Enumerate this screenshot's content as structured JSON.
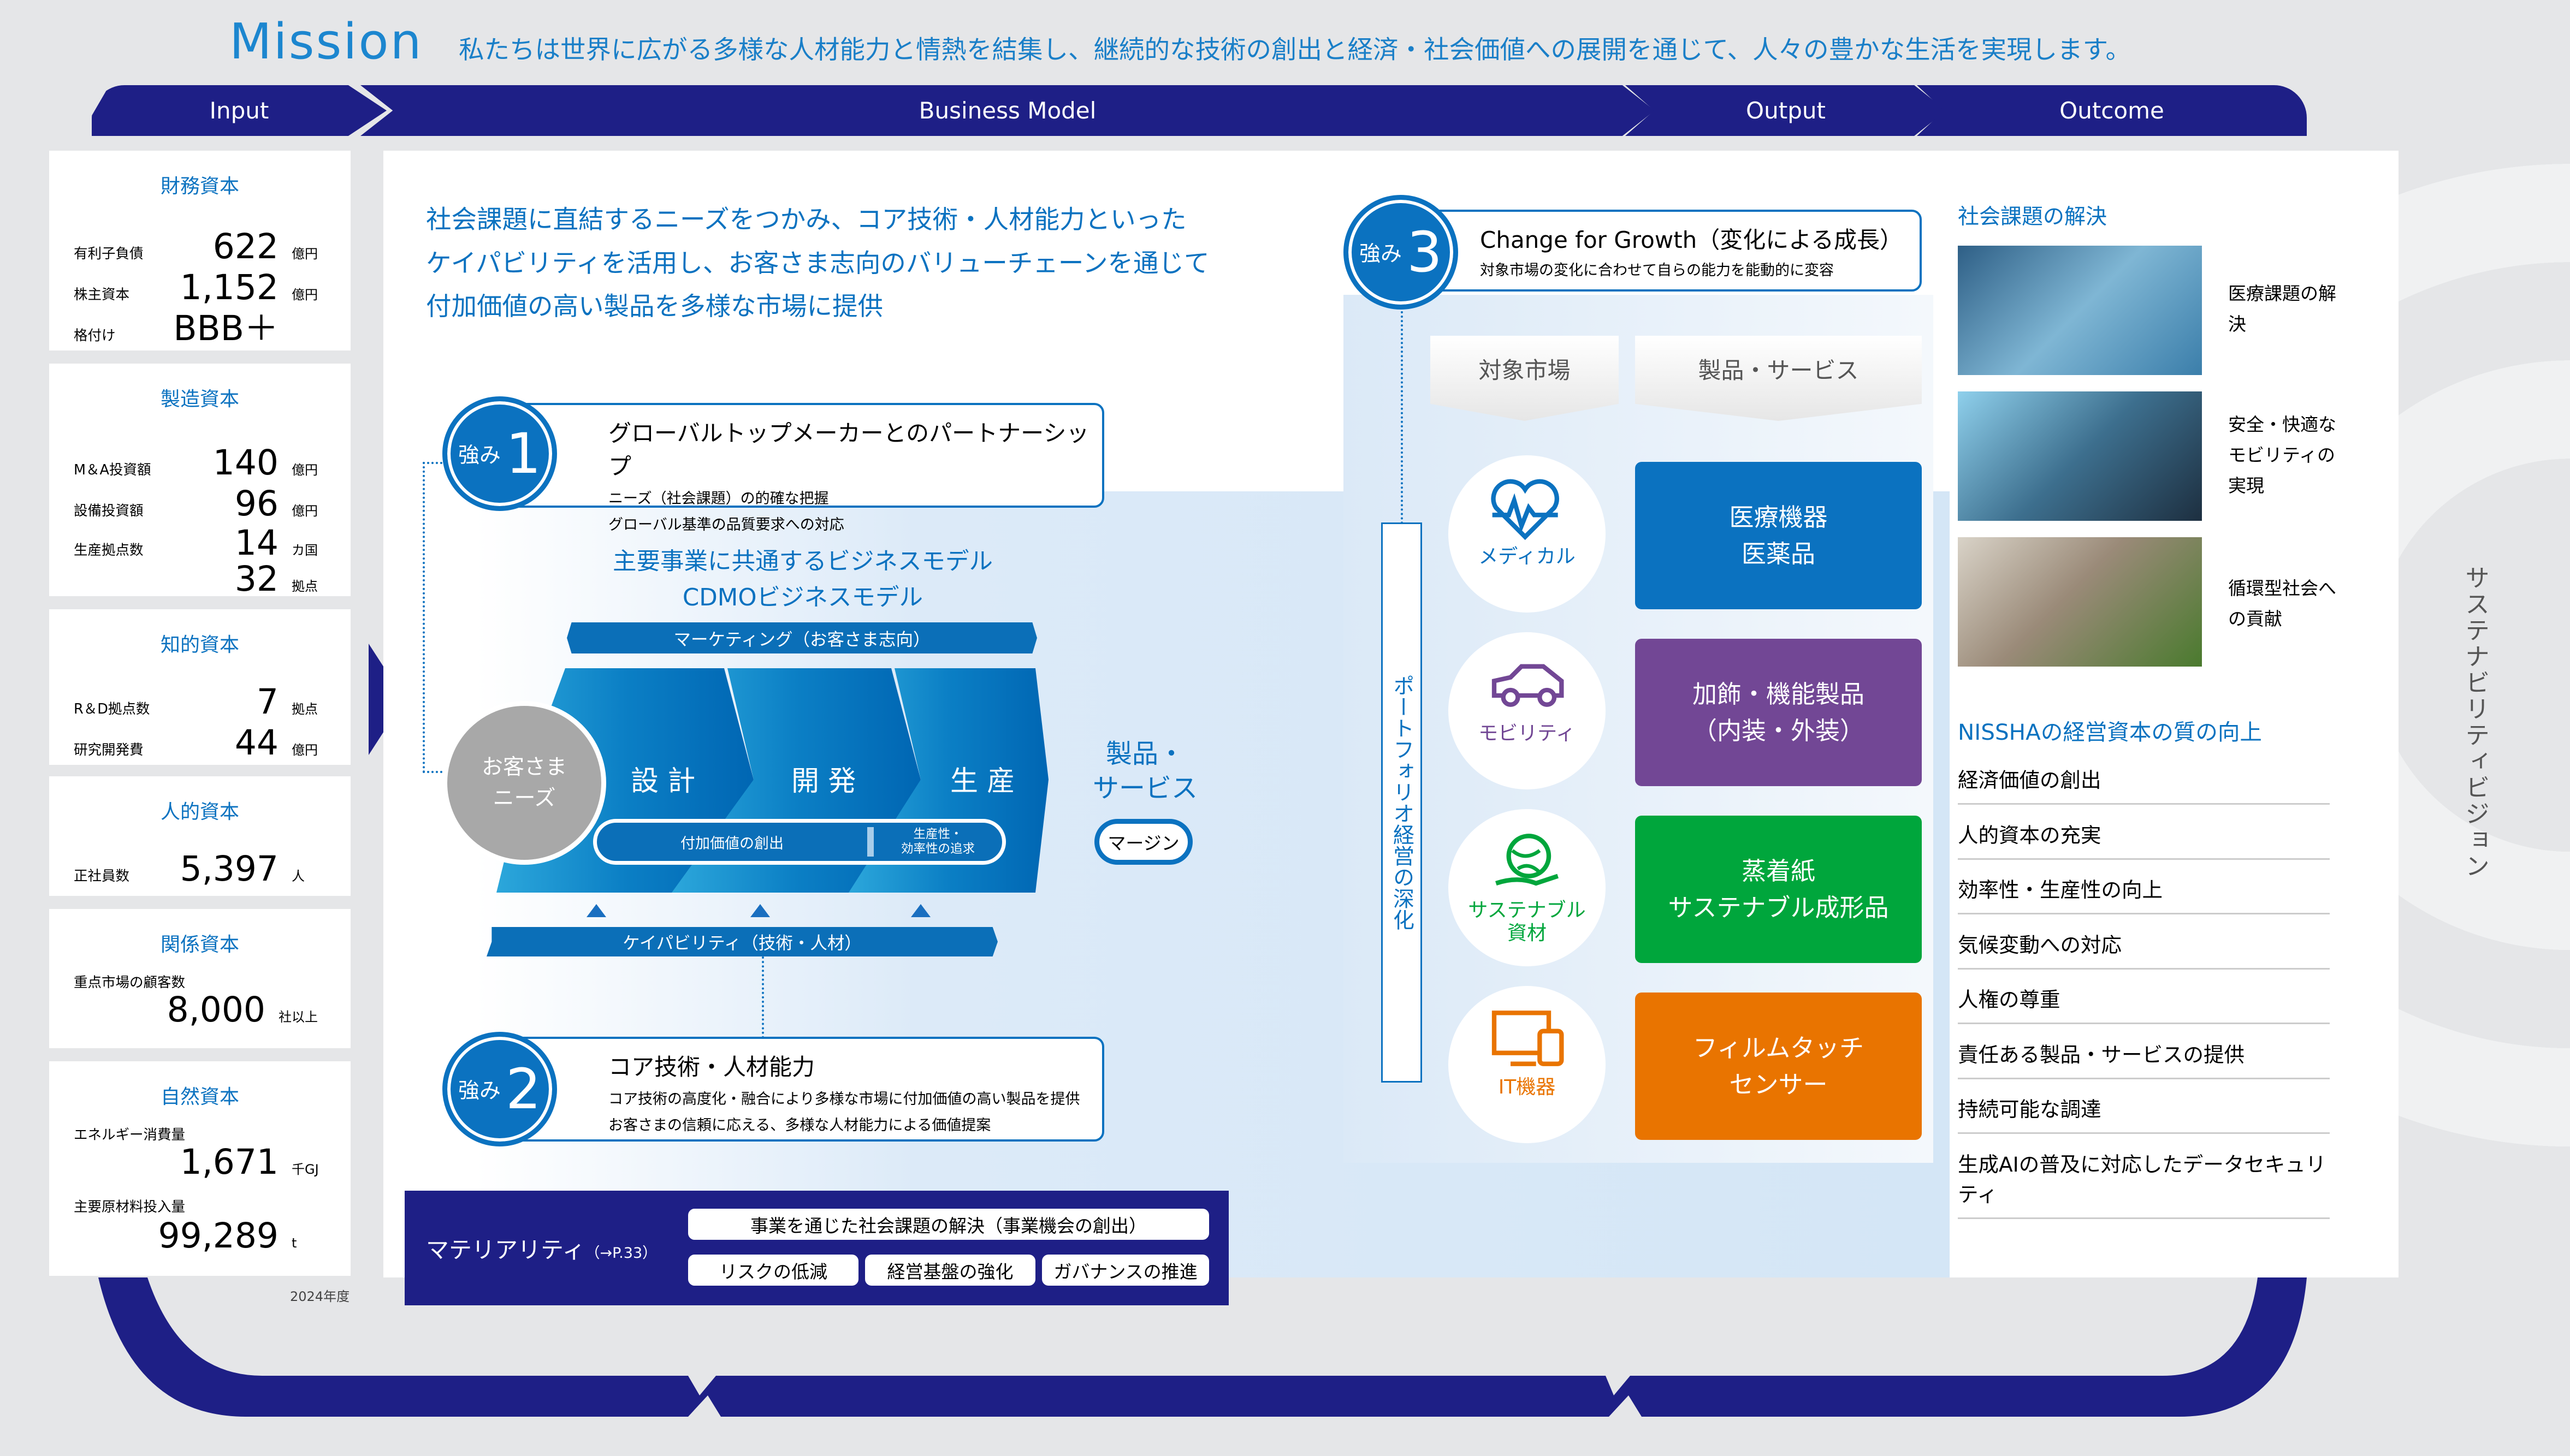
{
  "mission": {
    "title": "Mission",
    "statement": "私たちは世界に広がる多様な人材能力と情熱を結集し、継続的な技術の創出と経済・社会価値への展開を通じて、人々の豊かな生活を実現します。"
  },
  "stages": [
    "Input",
    "Business Model",
    "Output",
    "Outcome"
  ],
  "inputs": [
    {
      "title": "財務資本",
      "rows": [
        {
          "label": "有利子負債",
          "value": "622",
          "unit": "億円"
        },
        {
          "label": "株主資本",
          "value": "1,152",
          "unit": "億円"
        },
        {
          "label": "格付け",
          "value": "BBB＋",
          "unit": ""
        }
      ]
    },
    {
      "title": "製造資本",
      "rows": [
        {
          "label": "M＆A投資額",
          "value": "140",
          "unit": "億円"
        },
        {
          "label": "設備投資額",
          "value": "96",
          "unit": "億円"
        },
        {
          "label": "生産拠点数",
          "value": "14",
          "unit": "カ国"
        },
        {
          "label": "",
          "value": "32",
          "unit": "拠点"
        }
      ]
    },
    {
      "title": "知的資本",
      "rows": [
        {
          "label": "R＆D拠点数",
          "value": "7",
          "unit": "拠点"
        },
        {
          "label": "研究開発費",
          "value": "44",
          "unit": "億円"
        }
      ]
    },
    {
      "title": "人的資本",
      "rows": [
        {
          "label": "正社員数",
          "value": "5,397",
          "unit": "人"
        }
      ]
    },
    {
      "title": "関係資本",
      "rows": [
        {
          "label": "重点市場の顧客数",
          "value": "8,000",
          "unit": "社以上"
        }
      ]
    },
    {
      "title": "自然資本",
      "rows": [
        {
          "label": "エネルギー消費量",
          "value": "1,671",
          "unit": "千GJ"
        },
        {
          "label": "主要原材料投入量",
          "value": "99,289",
          "unit": "t"
        }
      ]
    }
  ],
  "fiscal_year": "2024年度",
  "model": {
    "lead": [
      "社会課題に直結するニーズをつかみ、コア技術・人材能力といった",
      "ケイパビリティを活用し、お客さま志向のバリューチェーンを通じて",
      "付加価値の高い製品を多様な市場に提供"
    ],
    "strength_label": "強み",
    "strength1": {
      "num": "1",
      "title": "グローバルトップメーカーとのパートナーシップ",
      "lines": [
        "ニーズ（社会課題）の的確な把握",
        "グローバル基準の品質要求への対応"
      ]
    },
    "strength2": {
      "num": "2",
      "title": "コア技術・人材能力",
      "lines": [
        "コア技術の高度化・融合により多様な市場に付加価値の高い製品を提供",
        "お客さまの信頼に応える、多様な人材能力による価値提案"
      ]
    },
    "strength3": {
      "num": "3",
      "title": "Change for Growth（変化による成長）",
      "lines": [
        "対象市場の変化に合わせて自らの能力を能動的に変容"
      ]
    },
    "common_model": "主要事業に共通するビジネスモデル",
    "cdmo": "CDMOビジネスモデル",
    "marketing": "マーケティング（お客さま志向）",
    "customer": [
      "お客さま",
      "ニーズ"
    ],
    "chain": [
      "設 計",
      "開 発",
      "生 産"
    ],
    "value_creation": "付加価値の創出",
    "productivity": [
      "生産性・",
      "効率性の追求"
    ],
    "capability": "ケイパビリティ（技術・人材）",
    "output": [
      "製品・",
      "サービス"
    ],
    "margin": "マージン",
    "portfolio": "ポートフォリオ経営の深化"
  },
  "materiality": {
    "title": "マテリアリティ",
    "ref": "（→P.33）",
    "items": [
      "事業を通じた社会課題の解決（事業機会の創出）",
      "リスクの低減",
      "経営基盤の強化",
      "ガバナンスの推進"
    ]
  },
  "markets_header": "対象市場",
  "products_header": "製品・サービス",
  "markets": [
    {
      "label": "メディカル",
      "icon": "heart-pulse-icon",
      "color": "#0b72c0",
      "product": [
        "医療機器",
        "医薬品"
      ]
    },
    {
      "label": "モビリティ",
      "icon": "car-icon",
      "color": "#724795",
      "product": [
        "加飾・機能製品",
        "（内装・外装）"
      ]
    },
    {
      "label": "サステナブル資材",
      "icon": "globe-hand-icon",
      "color": "#00a63c",
      "product": [
        "蒸着紙",
        "サステナブル成形品"
      ]
    },
    {
      "label": "IT機器",
      "icon": "devices-icon",
      "color": "#e97400",
      "product": [
        "フィルムタッチ",
        "センサー"
      ]
    }
  ],
  "outcome": {
    "social_title": "社会課題の解決",
    "social": [
      "医療課題の解決",
      "安全・快適なモビリティの実現",
      "循環型社会への貢献"
    ],
    "capital_title": "NISSHAの経営資本の質の向上",
    "capital": [
      "経済価値の創出",
      "人的資本の充実",
      "効率性・生産性の向上",
      "気候変動への対応",
      "人権の尊重",
      "責任ある製品・サービスの提供",
      "持続可能な調達",
      "生成AIの普及に対応したデータセキュリティ"
    ]
  },
  "vision": "サステナビリティビジョン"
}
